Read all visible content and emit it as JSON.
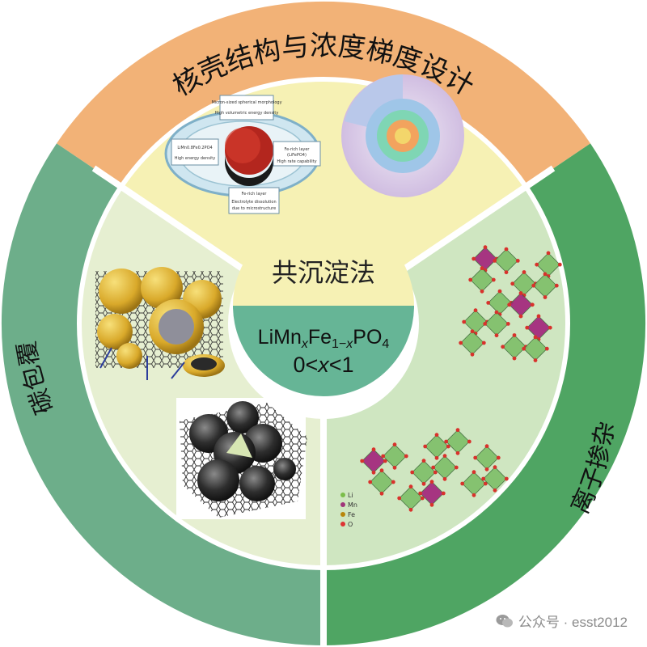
{
  "sections": {
    "top": {
      "label": "核壳结构与浓度梯度设计",
      "ring_color": "#f2b277",
      "inner_color": "#f6f1b4"
    },
    "left": {
      "label": "碳包覆",
      "ring_color": "#6dae8a",
      "inner_color": "#e6efd1"
    },
    "right": {
      "label": "离子掺杂",
      "ring_color": "#4fa563",
      "inner_color": "#cfe6c1"
    }
  },
  "center": {
    "top_label": "共沉淀法",
    "top_color": "#f6f1b4",
    "bottom_color": "#66b596",
    "formula": {
      "base": "LiMn",
      "x1": "x",
      "mid": "Fe",
      "sub2": "1−",
      "x2": "x",
      "end": "PO",
      "sub4": "4"
    },
    "range": {
      "a": "0<",
      "x": "x",
      "b": "<1"
    }
  },
  "diagram_labels": [
    "Micron-sized spherical morphology",
    "High volumetric energy density",
    "LiMn0.8Fe0.2PO4",
    "High energy density",
    "Fe-rich layer",
    "(LiFePO4)",
    "High rate capability",
    "Fe-rich layer",
    "Electrolyte dissolution",
    "due to microstructure"
  ],
  "ion_labels": [
    "Li",
    "Mn",
    "Fe",
    "O"
  ],
  "watermark": {
    "text": "公众号 · esst2012"
  }
}
